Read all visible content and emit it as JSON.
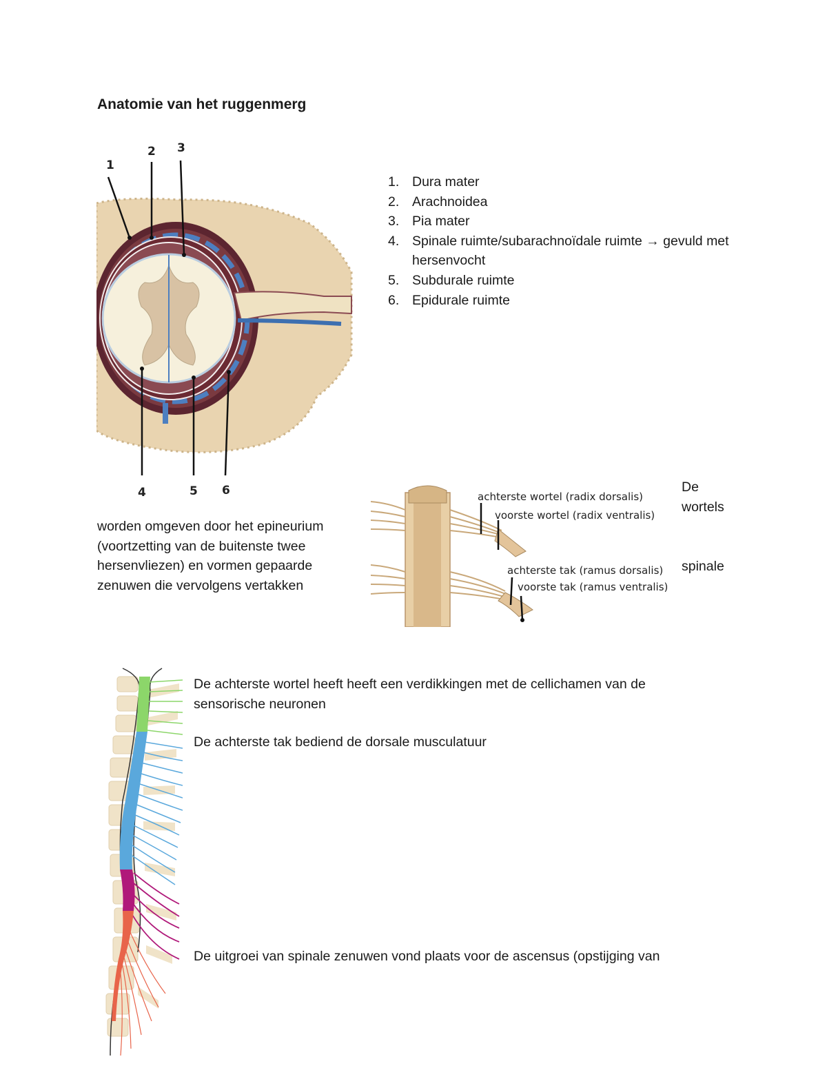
{
  "title": "Anatomie van het ruggenmerg",
  "figure1": {
    "labels": [
      "1",
      "2",
      "3",
      "4",
      "5",
      "6"
    ]
  },
  "list": [
    {
      "num": "1.",
      "text": "Dura mater"
    },
    {
      "num": "2.",
      "text": "Arachnoidea"
    },
    {
      "num": "3.",
      "text": "Pia mater"
    },
    {
      "num": "4.",
      "text": "Spinale ruimte/subarachnoïdale ruimte → gevuld met hersenvocht"
    },
    {
      "num": "5.",
      "text": "Subdurale ruimte"
    },
    {
      "num": "6.",
      "text": "Epidurale ruimte"
    }
  ],
  "figure2": {
    "labels": [
      "achterste wortel (radix dorsalis)",
      "voorste wortel (radix ventralis)",
      "achterste tak (ramus dorsalis)",
      "voorste tak (ramus ventralis)"
    ]
  },
  "side": {
    "de": "De",
    "wortels": "wortels",
    "spinale": "spinale"
  },
  "para1": {
    "line1": "worden omgeven door het epineurium",
    "line2": "(voortzetting van de buitenste twee",
    "line3": "hersenvliezen) en vormen gepaarde",
    "line4": "zenuwen die vervolgens vertakken"
  },
  "para2": {
    "line1": "De achterste wortel heeft heeft een verdikkingen met de cellichamen van de",
    "line2": "sensorische neuronen"
  },
  "para3": "De achterste tak bediend de dorsale musculatuur",
  "para4": "De uitgroei van spinale zenuwen vond plaats voor de ascensus (opstijging van",
  "colors": {
    "cervical": "#8cd66a",
    "thoracic": "#5aa8dc",
    "lumbar": "#b0197a",
    "sacral": "#e8644a"
  }
}
